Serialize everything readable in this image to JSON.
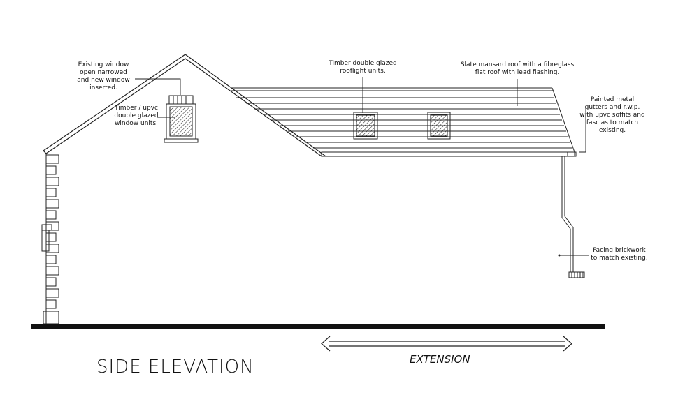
{
  "labels": {
    "existing_window": "Existing window\nopen narrowed\nand new window\ninserted.",
    "timber_upvc": "Timber / upvc\ndouble glazed\nwindow units.",
    "rooflight": "Timber double glazed\nrooflight units.",
    "slate_roof": "Slate mansard roof with a fibreglass\nflat roof with lead flashing.",
    "gutters": "Painted metal\ngutters and r.w.p.\nwith upvc soffits and\nfascias to match\nexisting.",
    "brickwork": "Facing brickwork\nto match existing."
  },
  "title": "SIDE ELEVATION",
  "extension": "EXTENSION"
}
